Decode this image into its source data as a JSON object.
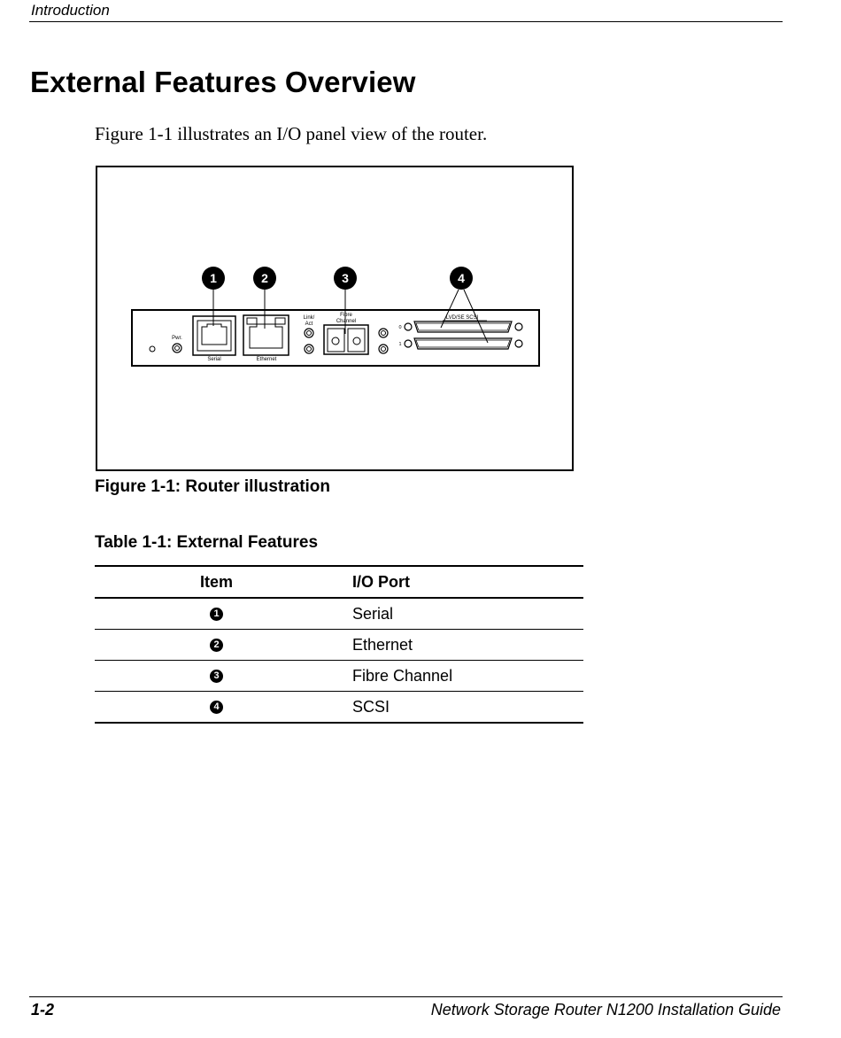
{
  "header": {
    "section": "Introduction"
  },
  "page_title": "External Features Overview",
  "intro_text": "Figure 1-1 illustrates an I/O panel view of the router.",
  "figure": {
    "callouts": [
      "1",
      "2",
      "3",
      "4"
    ],
    "labels": {
      "power": "Pwr.",
      "serial": "Serial",
      "ethernet": "Ethernet",
      "link_act_line1": "Link/",
      "link_act_line2": "Act",
      "fibre_line1": "Fibre",
      "fibre_line2": "Channel",
      "scsi": "LVD/SE SCSI",
      "scsi_port_0": "0",
      "scsi_port_1": "1"
    },
    "caption": "Figure 1-1:  Router illustration"
  },
  "table": {
    "caption": "Table 1-1:  External Features",
    "headers": [
      "Item",
      "I/O Port"
    ],
    "rows": [
      {
        "item": "1",
        "port": "Serial"
      },
      {
        "item": "2",
        "port": "Ethernet"
      },
      {
        "item": "3",
        "port": "Fibre Channel"
      },
      {
        "item": "4",
        "port": "SCSI"
      }
    ]
  },
  "footer": {
    "page_number": "1-2",
    "guide_title": "Network Storage Router N1200 Installation Guide"
  }
}
